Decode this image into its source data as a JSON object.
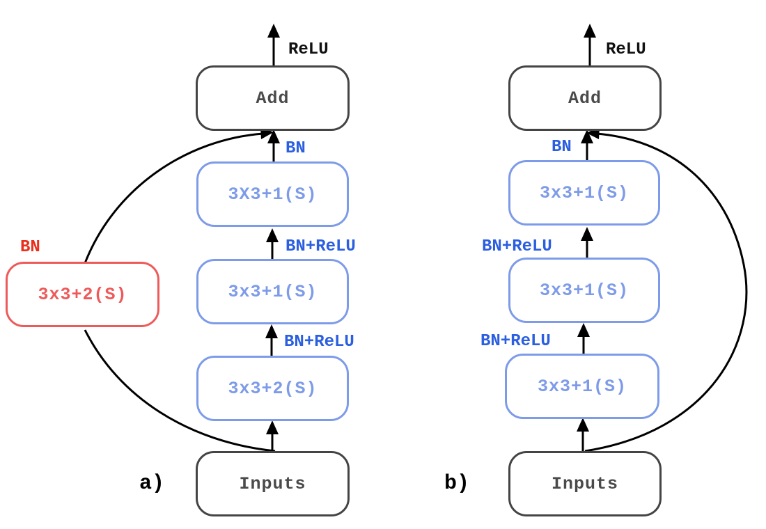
{
  "colors": {
    "dark": "#444444",
    "blue_box": "#7d9be8",
    "blue_label": "#2b5fe0",
    "red": "#ee5a5a",
    "red_label": "#e8301d",
    "arrow": "#000000"
  },
  "panel_a": {
    "tag": "a)",
    "relu_label": "ReLU",
    "add_label": "Add",
    "bn_top_label": "BN",
    "conv3_label": "3X3+1(S)",
    "bn_relu_2_label": "BN+ReLU",
    "conv2_label": "3x3+1(S)",
    "bn_relu_1_label": "BN+ReLU",
    "conv1_label": "3x3+2(S)",
    "inputs_label": "Inputs",
    "shortcut_bn_label": "BN",
    "shortcut_conv_label": "3x3+2(S)"
  },
  "panel_b": {
    "tag": "b)",
    "relu_label": "ReLU",
    "add_label": "Add",
    "bn_top_label": "BN",
    "conv3_label": "3x3+1(S)",
    "bn_relu_2_label": "BN+ReLU",
    "conv2_label": "3x3+1(S)",
    "bn_relu_1_label": "BN+ReLU",
    "conv1_label": "3x3+1(S)",
    "inputs_label": "Inputs"
  }
}
